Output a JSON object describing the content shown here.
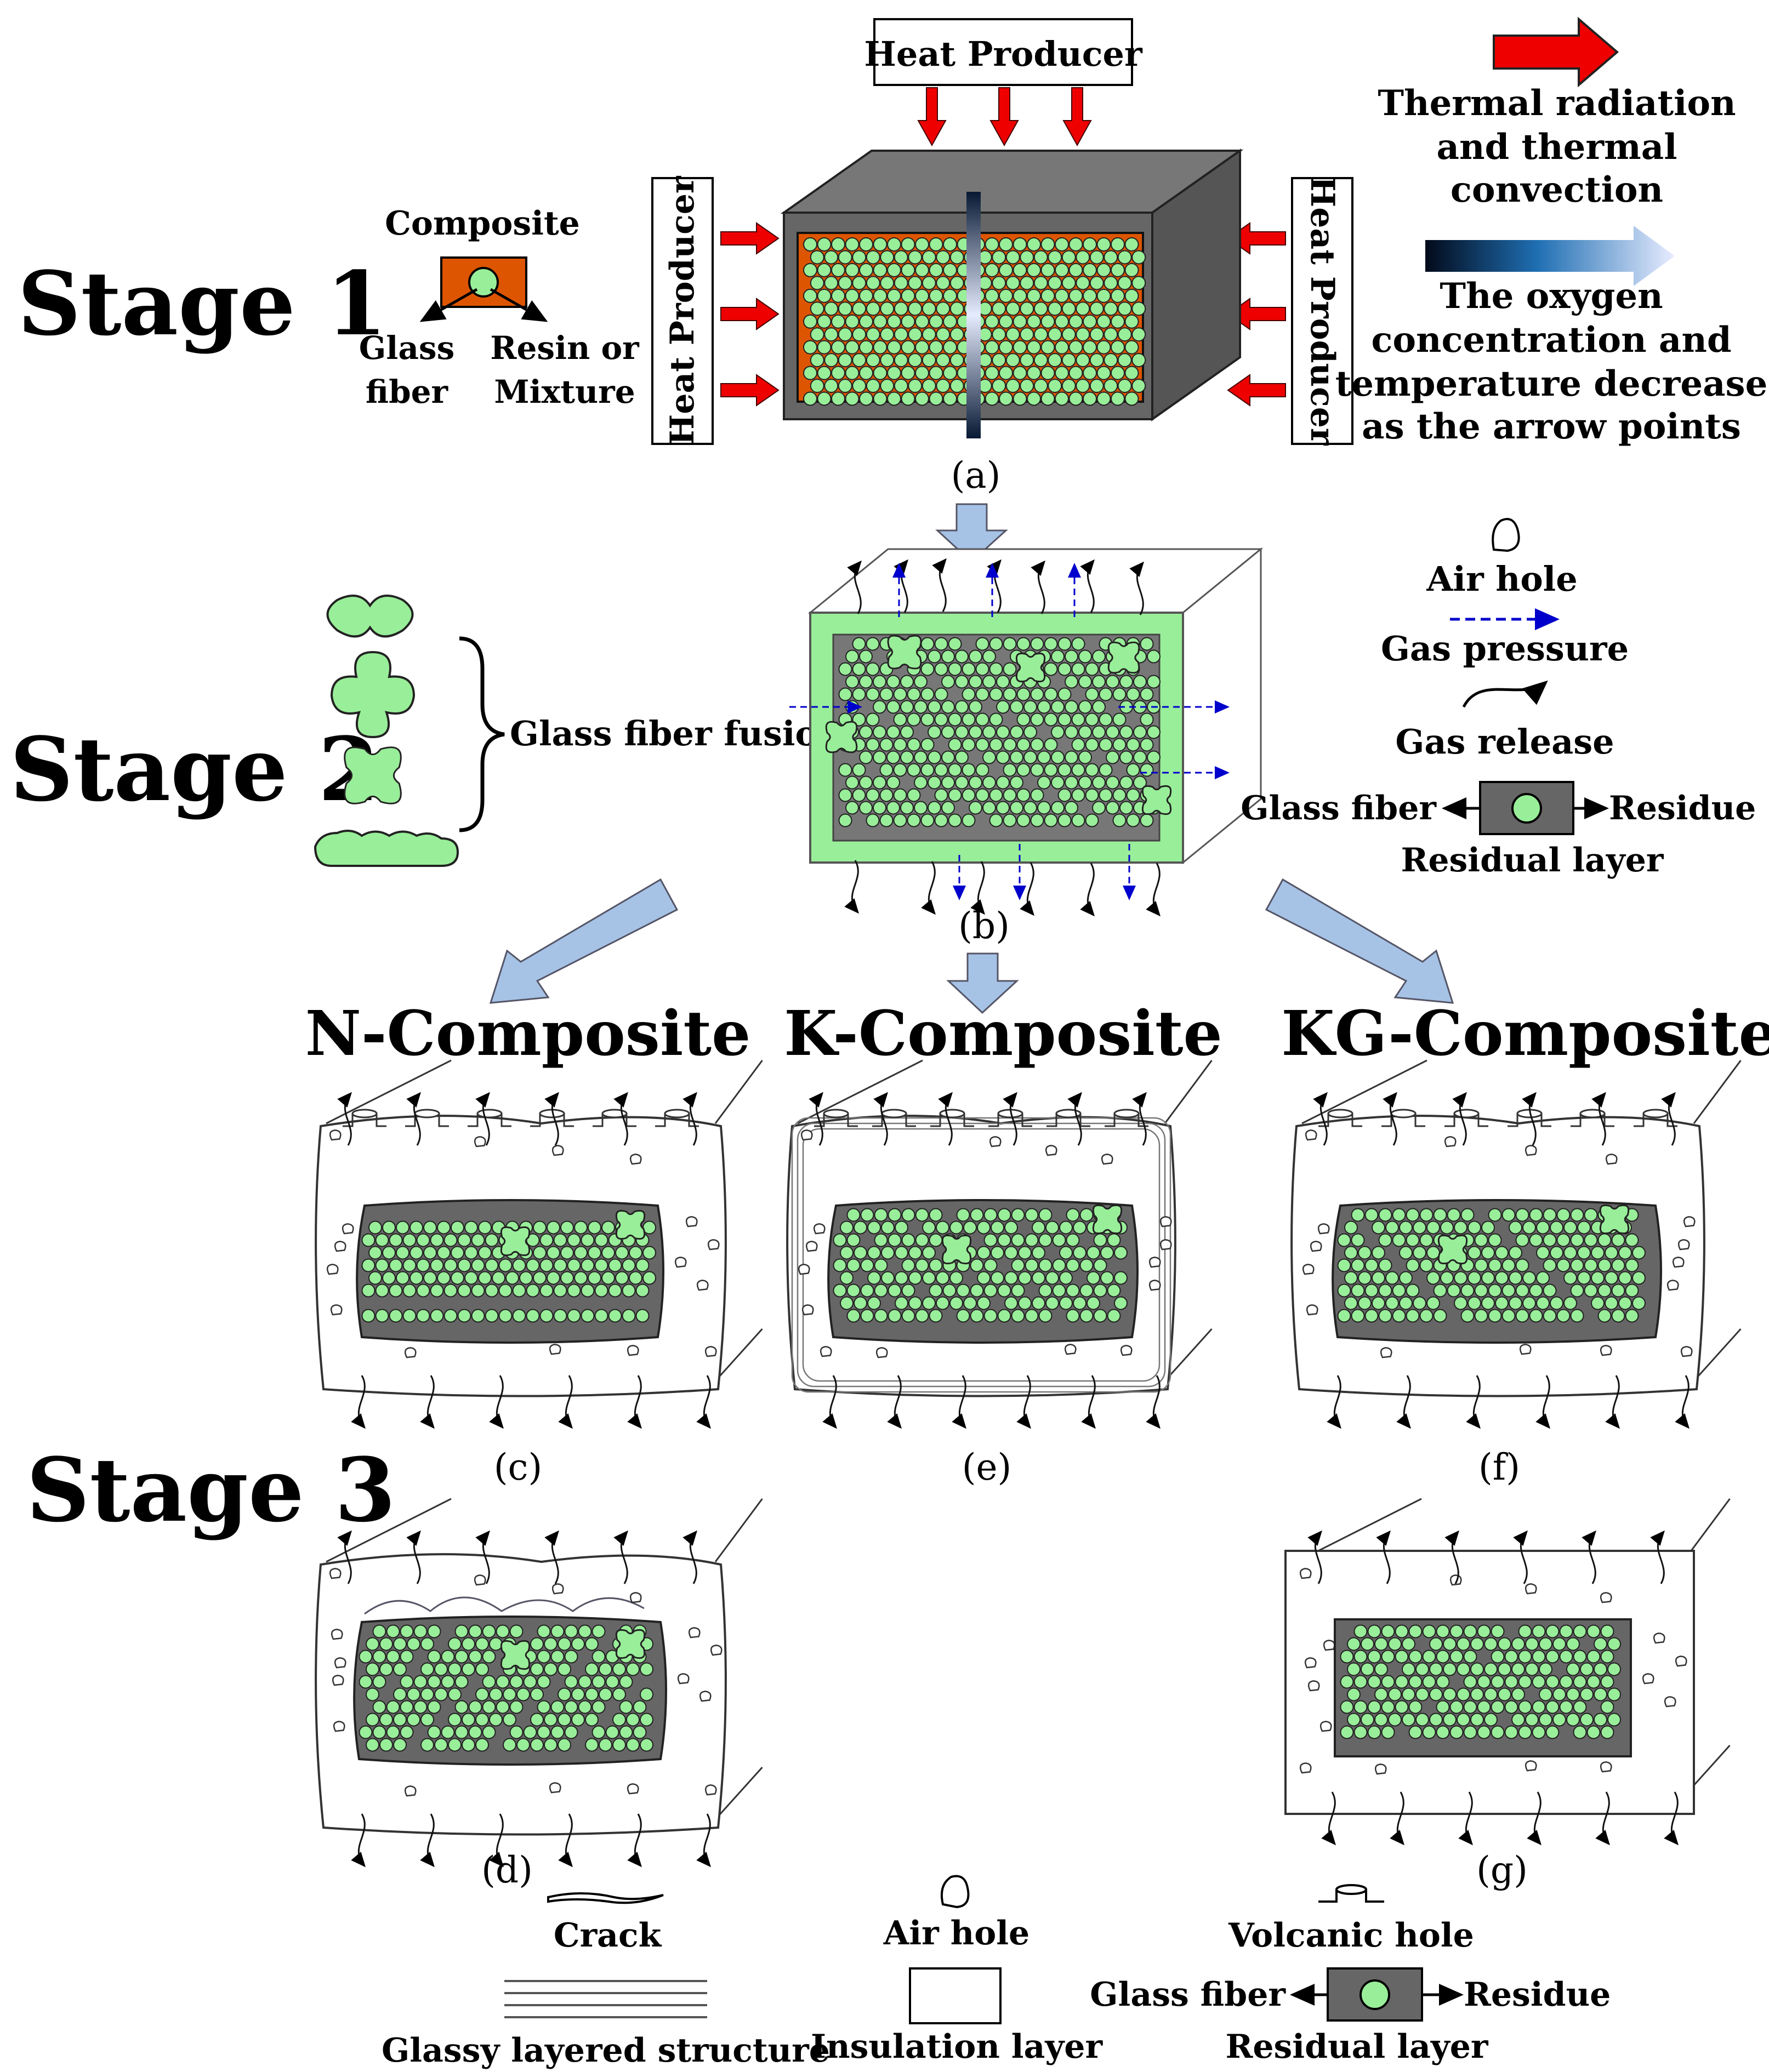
{
  "stages": {
    "stage1": "Stage 1",
    "stage2": "Stage 2",
    "stage3": "Stage 3"
  },
  "heat_producer": "Heat Producer",
  "composite_legend": {
    "title": "Composite",
    "glass_fiber": [
      "Glass",
      "fiber"
    ],
    "resin": [
      "Resin or",
      "Mixture"
    ]
  },
  "top_legend": {
    "thermal": [
      "Thermal radiation",
      "and thermal",
      "convection"
    ],
    "oxygen": [
      "The oxygen",
      "concentration and",
      "temperature decrease",
      "as the arrow points"
    ]
  },
  "stage2_legend": {
    "fusion": "Glass fiber fusion",
    "air_hole": "Air hole",
    "gas_pressure": "Gas pressure",
    "gas_release": "Gas release",
    "glass_fiber": "Glass fiber",
    "residue": "Residue",
    "residual_layer": "Residual layer"
  },
  "composites": {
    "n": "N-Composite",
    "k": "K-Composite",
    "kg": "KG-Composite"
  },
  "panel_labels": [
    "(a)",
    "(b)",
    "(c)",
    "(d)",
    "(e)",
    "(f)",
    "(g)"
  ],
  "bottom_legend": {
    "crack": "Crack",
    "air_hole": "Air hole",
    "volcanic_hole": "Volcanic hole",
    "glassy": "Glassy layered structure",
    "insulation": "Insulation layer",
    "glass_fiber": "Glass fiber",
    "residue": "Residue",
    "residual_layer": "Residual layer"
  },
  "colors": {
    "fiber": "#99ee99",
    "resin": "#dd5500",
    "box_dark": "#666666",
    "box_mid": "#777777",
    "heat_arrow": "#ee0000",
    "flow_arrow": "#a6c3e6",
    "gas_pressure": "#0000cc"
  }
}
